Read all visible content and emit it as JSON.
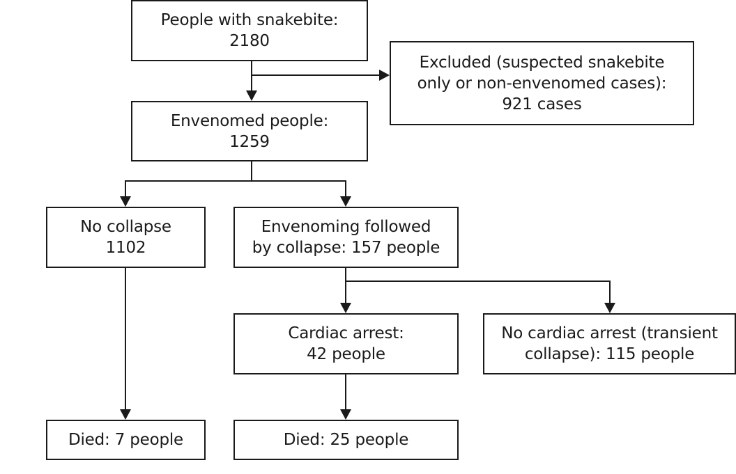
{
  "flowchart": {
    "people_with_snakebite": {
      "line1": "People with snakebite:",
      "line2": "2180"
    },
    "excluded": {
      "line1": "Excluded (suspected snakebite",
      "line2": "only or non-envenomed cases):",
      "line3": "921 cases"
    },
    "envenomed": {
      "line1": "Envenomed people:",
      "line2": "1259"
    },
    "no_collapse": {
      "line1": "No collapse",
      "line2": "1102"
    },
    "collapse": {
      "line1": "Envenoming followed",
      "line2": "by collapse: 157 people"
    },
    "cardiac_arrest": {
      "line1": "Cardiac arrest:",
      "line2": "42 people"
    },
    "no_cardiac_arrest": {
      "line1": "No cardiac arrest (transient",
      "line2": "collapse): 115 people"
    },
    "died_no_collapse": {
      "line1": "Died: 7 people"
    },
    "died_cardiac": {
      "line1": "Died: 25 people"
    }
  },
  "style": {
    "line_color": "#1a1a1a",
    "background": "#ffffff"
  }
}
